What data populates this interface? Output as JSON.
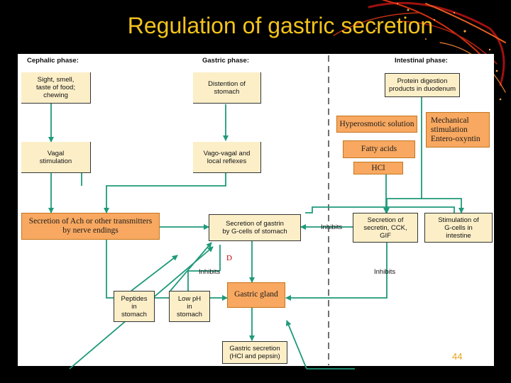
{
  "slide": {
    "title": "Regulation of gastric secretion",
    "page_number": "44"
  },
  "phases": {
    "cephalic": "Cephalic phase:",
    "gastric": "Gastric phase:",
    "intestinal": "Intestinal phase:"
  },
  "boxes": {
    "sight_smell": "Sight, smell,\ntaste of food;\nchewing",
    "vagal_stimulation": "Vagal\nstimulation",
    "distention": "Distention of\nstomach",
    "vago_vagal": "Vago-vagal and\nlocal reflexes",
    "protein_digestion": "Protein digestion\nproducts in duodenum",
    "hyperosmotic": "Hyperosmotic solution",
    "fatty_acids": "Fatty acids",
    "hcl": "HCl",
    "mechanical": "Mechanical\nstimulation\nEntero-oxyntin",
    "ach_secretion": "Secretion of Ach or other  transmitters\nby nerve endings",
    "gastrin_secretion": "Secretion of gastrin\nby G-cells of stomach",
    "secretin": "Secretion of\nsecretin, CCK,\nGIF",
    "g_cells_intestine": "Stimulation of\nG-cells in\nintestine",
    "peptides": "Peptides\nin\nstomach",
    "low_ph": "Low pH\nin\nstomach",
    "gastric_gland": "Gastric gland",
    "gastric_secretion": "Gastric secretion\n(HCl and pepsin)"
  },
  "labels": {
    "inhibits_gastrin": "Inhibits",
    "inhibits_left": "Inhibits",
    "inhibits_right": "Inhibits",
    "d_label": "D"
  }
}
